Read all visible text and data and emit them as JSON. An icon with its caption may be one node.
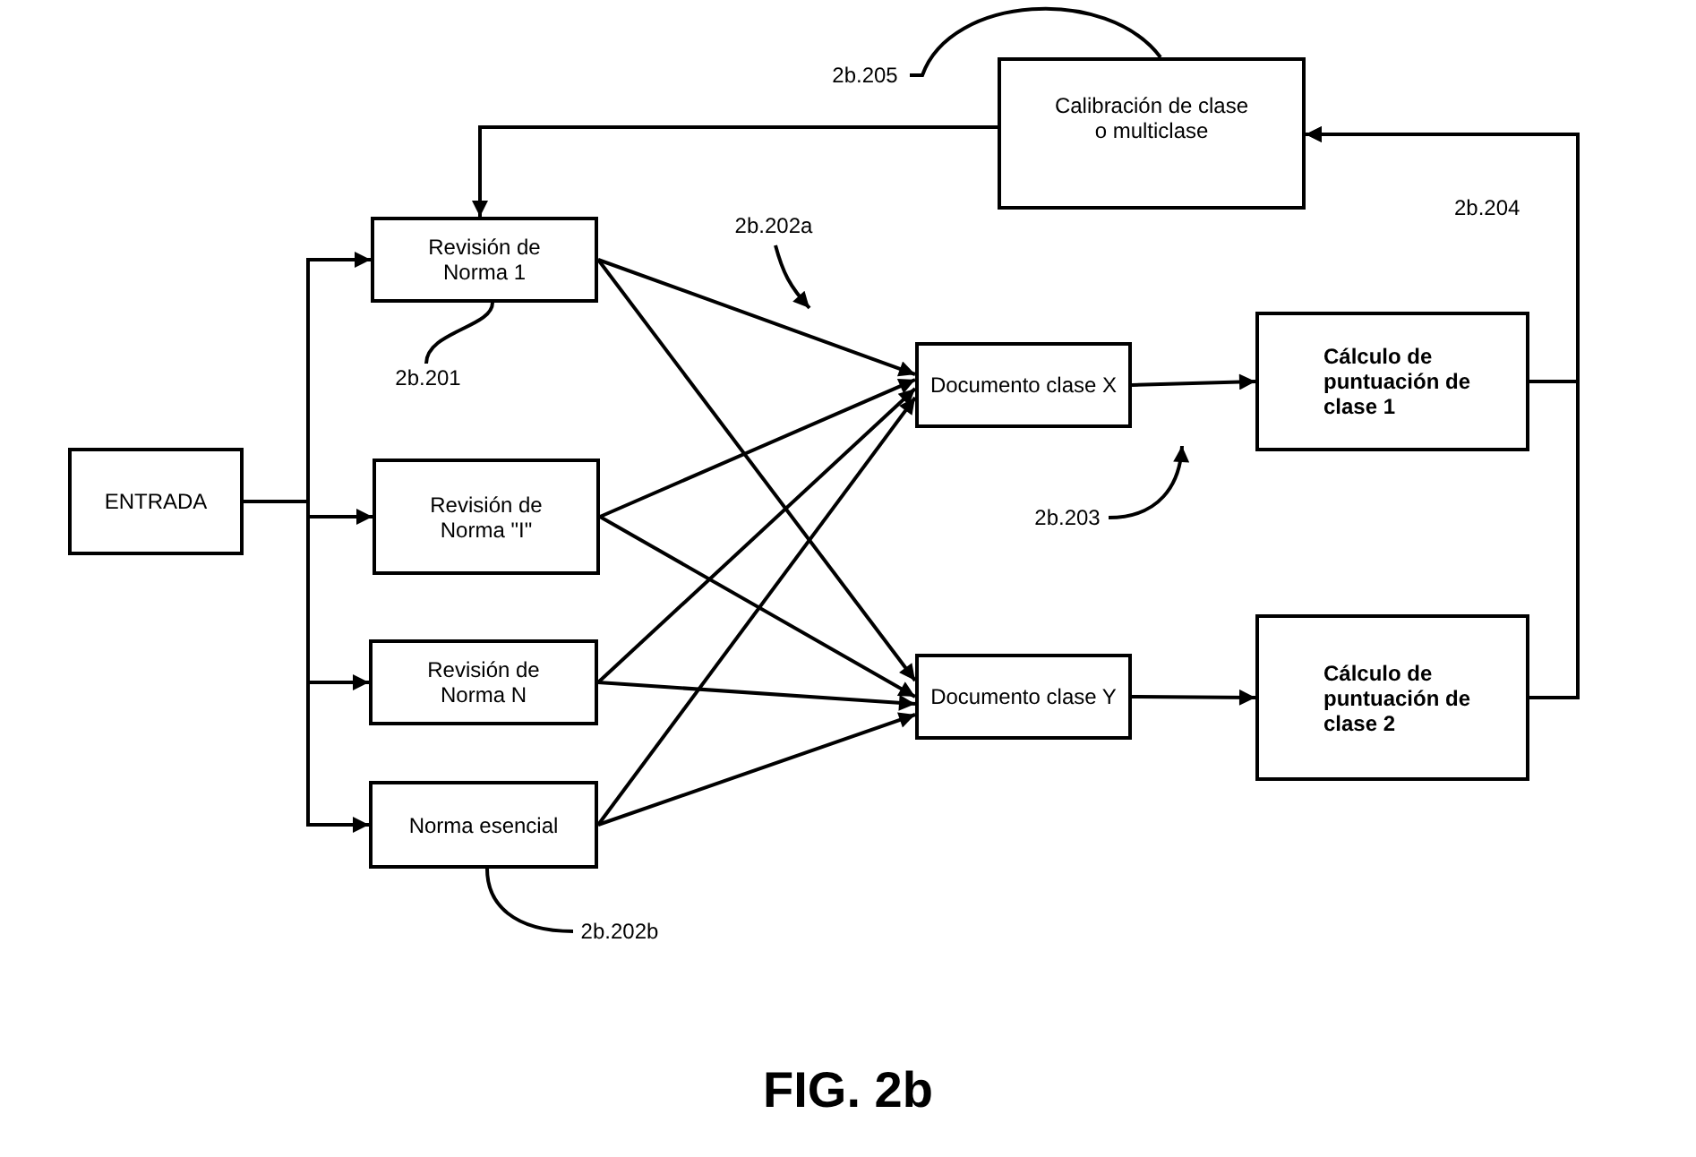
{
  "diagram": {
    "caption": "FIG. 2b",
    "nodes": [
      {
        "text": [
          "ENTRADA"
        ]
      },
      {
        "text": [
          "Revisión de Norma 1"
        ]
      },
      {
        "text": [
          "Revisión de Norma \"I\""
        ]
      },
      {
        "text": [
          "Revisión de Norma N"
        ]
      },
      {
        "text": [
          "Norma esencial"
        ]
      },
      {
        "text": [
          "Documento clase X"
        ]
      },
      {
        "text": [
          "Documento clase Y"
        ]
      },
      {
        "text": [
          "Cálculo de puntuación de clase 1"
        ]
      },
      {
        "text": [
          "Cálculo de puntuación de clase 2"
        ]
      },
      {
        "text": [
          "Calibración de clase o multiclase"
        ]
      },
      {
        "text": [
          "2b.205"
        ]
      },
      {
        "text": [
          "2b.202a"
        ]
      },
      {
        "text": [
          "2b.201"
        ]
      },
      {
        "text": [
          "2b.203"
        ]
      },
      {
        "text": [
          "2b.202b"
        ]
      }
    ],
    "edges": [
      {
        "from": 0,
        "to": 1,
        "arrow": "to"
      },
      {
        "from": 0,
        "to": 2,
        "arrow": "to"
      },
      {
        "from": 0,
        "to": 3,
        "arrow": "to"
      },
      {
        "from": 0,
        "to": 4,
        "arrow": "to"
      },
      {
        "from": 1,
        "to": 5,
        "arrow": "to"
      },
      {
        "from": 1,
        "to": 6,
        "arrow": "to"
      },
      {
        "from": 2,
        "to": 5,
        "arrow": "to"
      },
      {
        "from": 2,
        "to": 6,
        "arrow": "to"
      },
      {
        "from": 3,
        "to": 5,
        "arrow": "to"
      },
      {
        "from": 3,
        "to": 6,
        "arrow": "to"
      },
      {
        "from": 4,
        "to": 5,
        "arrow": "to"
      },
      {
        "from": 4,
        "to": 6,
        "arrow": "to"
      },
      {
        "from": 5,
        "to": 7,
        "arrow": "to"
      },
      {
        "from": 6,
        "to": 8,
        "arrow": "to"
      },
      {
        "from": 7,
        "to": 9,
        "arrow": "to"
      },
      {
        "from": 8,
        "to": 9,
        "arrow": "to"
      },
      {
        "from": 9,
        "to": 1,
        "arrow": "to"
      },
      {
        "from": 10,
        "to": 9,
        "arrow": "none"
      },
      {
        "from": 11,
        "to": null,
        "arrow": "to"
      },
      {
        "from": 12,
        "to": 1,
        "arrow": "none"
      },
      {
        "from": 13,
        "to": null,
        "arrow": "to"
      },
      {
        "from": 14,
        "to": 4,
        "arrow": "none"
      }
    ],
    "labels": [
      "2b.204"
    ]
  }
}
